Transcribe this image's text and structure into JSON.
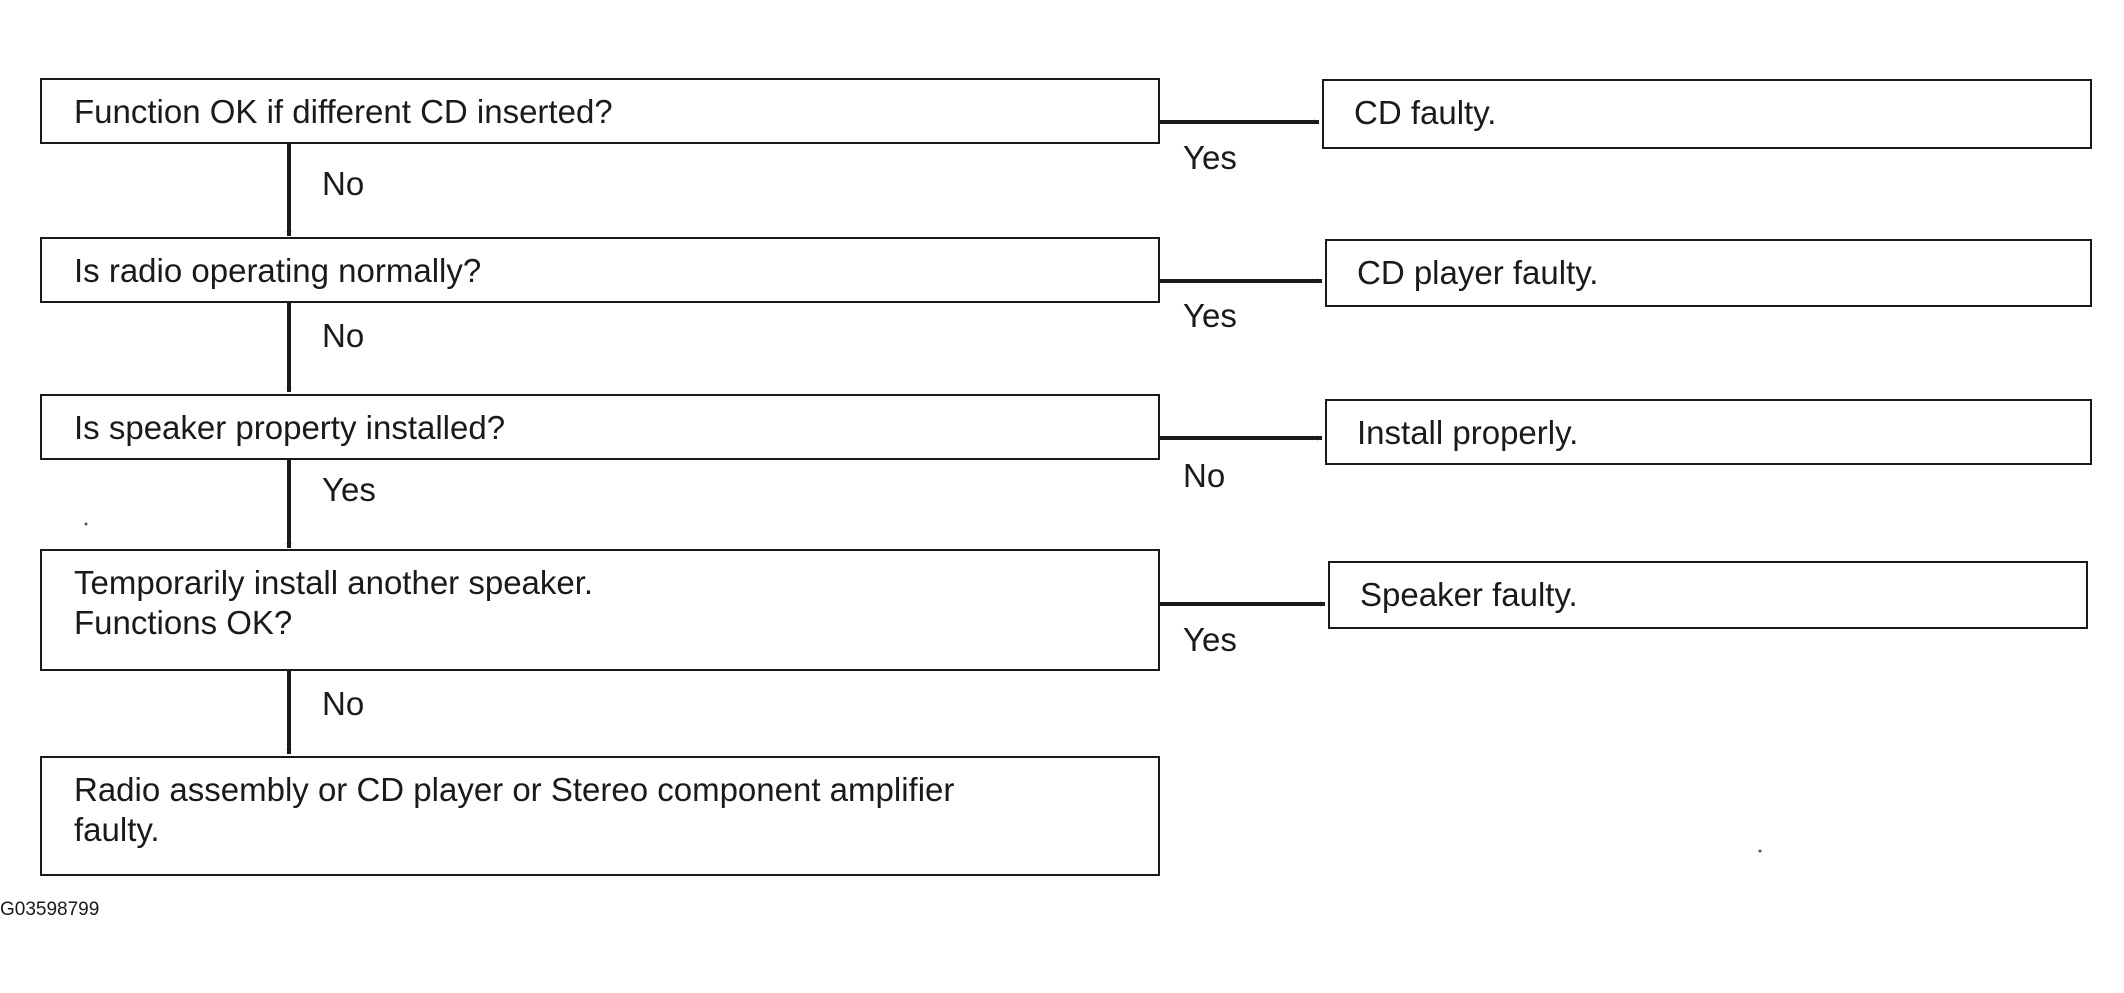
{
  "steps": [
    {
      "question": "Function OK if different CD inserted?",
      "down_label": "No",
      "right_label": "Yes",
      "result": "CD faulty."
    },
    {
      "question": "Is radio operating normally?",
      "down_label": "No",
      "right_label": "Yes",
      "result": "CD player faulty."
    },
    {
      "question": "Is speaker property installed?",
      "down_label": "Yes",
      "right_label": "No",
      "result": "Install properly."
    },
    {
      "question": "Temporarily install another speaker.\nFunctions OK?",
      "down_label": "No",
      "right_label": "Yes",
      "result": "Speaker faulty."
    }
  ],
  "final": "Radio assembly or CD player or Stereo component amplifier\nfaulty.",
  "figure_code": "G03598799"
}
